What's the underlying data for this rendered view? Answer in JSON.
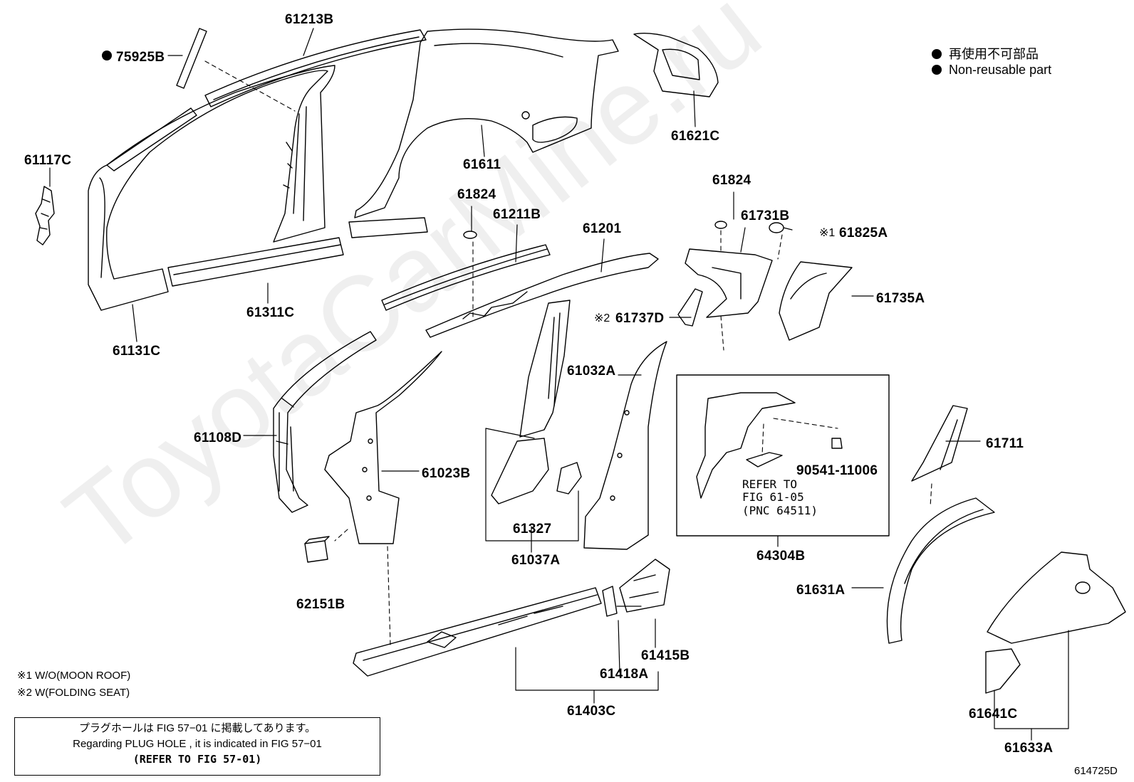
{
  "parts": [
    {
      "id": "p61213B",
      "label": "61213B"
    },
    {
      "id": "p75925B",
      "label": "75925B",
      "non_reusable": true
    },
    {
      "id": "p61611",
      "label": "61611"
    },
    {
      "id": "p61621C",
      "label": "61621C"
    },
    {
      "id": "p61117C",
      "label": "61117C"
    },
    {
      "id": "p61311C",
      "label": "61311C"
    },
    {
      "id": "p61131C",
      "label": "61131C"
    },
    {
      "id": "p61824a",
      "label": "61824"
    },
    {
      "id": "p61211B",
      "label": "61211B"
    },
    {
      "id": "p61201",
      "label": "61201"
    },
    {
      "id": "p61824b",
      "label": "61824"
    },
    {
      "id": "p61731B",
      "label": "61731B"
    },
    {
      "id": "p61825A",
      "label": "61825A"
    },
    {
      "id": "p61735A",
      "label": "61735A"
    },
    {
      "id": "p61737D",
      "label": "61737D"
    },
    {
      "id": "p61032A",
      "label": "61032A"
    },
    {
      "id": "p61108D",
      "label": "61108D"
    },
    {
      "id": "p61023B",
      "label": "61023B"
    },
    {
      "id": "p61327",
      "label": "61327"
    },
    {
      "id": "p61037A",
      "label": "61037A"
    },
    {
      "id": "p90541",
      "label": "90541-11006"
    },
    {
      "id": "p64304B",
      "label": "64304B"
    },
    {
      "id": "p61711",
      "label": "61711"
    },
    {
      "id": "p61631A",
      "label": "61631A"
    },
    {
      "id": "p62151B",
      "label": "62151B"
    },
    {
      "id": "p61415B",
      "label": "61415B"
    },
    {
      "id": "p61418A",
      "label": "61418A"
    },
    {
      "id": "p61403C",
      "label": "61403C"
    },
    {
      "id": "p61641C",
      "label": "61641C"
    },
    {
      "id": "p61633A",
      "label": "61633A"
    }
  ],
  "markers": {
    "note1": "※1",
    "note2": "※2"
  },
  "legend": {
    "jp": "再使用不可部品",
    "en": "Non-reusable part"
  },
  "refer_box": {
    "line1": "REFER TO",
    "line2": "FIG 61-05",
    "line3": "(PNC 64511)"
  },
  "footnotes": {
    "n1": "※1 W/O(MOON ROOF)",
    "n2": "※2 W(FOLDING SEAT)"
  },
  "plug_box": {
    "jp": "プラグホールは FIG 57−01 に掲載してあります。",
    "en": "Regarding  PLUG  HOLE , it is indicated in  FIG  57−01",
    "ref": "(REFER TO FIG 57-01)"
  },
  "figure_id": "614725D",
  "watermark": "ToyotaCarMine.ru"
}
